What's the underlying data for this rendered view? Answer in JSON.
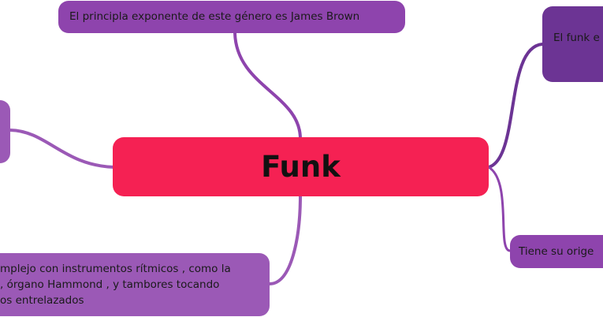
{
  "center": {
    "label": "Funk"
  },
  "nodes": {
    "top": "El principla exponente de este género es James Brown",
    "right_top": "El funk e",
    "right_bottom": "Tiene su orige",
    "left_bottom": {
      "lines": [
        "mplejo con instrumentos rítmicos , como la",
        ", órgano Hammond , y tambores tocando",
        "os entrelazados"
      ]
    }
  },
  "colors": {
    "center": "#f52153",
    "branch_purple": "#8e44ad",
    "branch_dark_purple": "#6c3494",
    "branch_light_purple": "#9b59b6"
  }
}
